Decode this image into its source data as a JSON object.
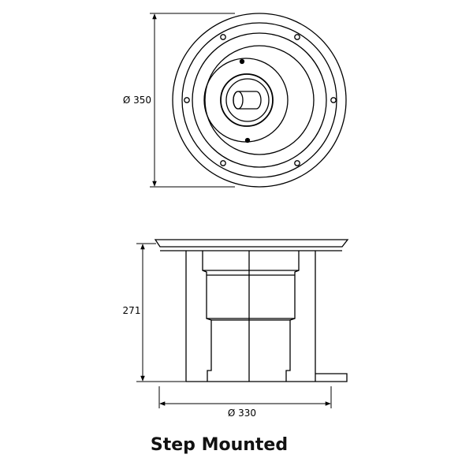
{
  "top_view": {
    "diameter_label": "Ø 350"
  },
  "side_view": {
    "height_label": "271",
    "width_label": "Ø 330"
  },
  "caption": "Step Mounted"
}
